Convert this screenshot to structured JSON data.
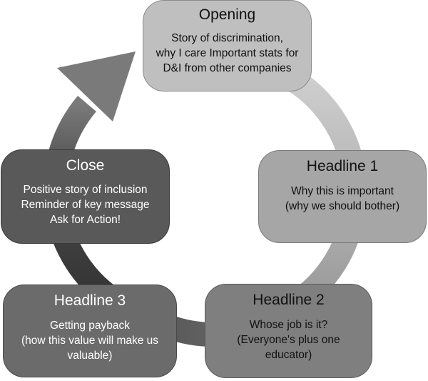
{
  "nodes": {
    "opening": {
      "title": "Opening",
      "body": "Story of discrimination,\nwhy I care Important stats for\nD&I from other companies"
    },
    "headline1": {
      "title": "Headline 1",
      "body": "Why this is important\n(why we should bother)"
    },
    "headline2": {
      "title": "Headline 2",
      "body": "Whose job is it?\n(Everyone's plus one\neducator)"
    },
    "headline3": {
      "title": "Headline 3",
      "body": "Getting payback\n(how this value will make us\nvaluable)"
    },
    "close": {
      "title": "Close",
      "body": "Positive story of inclusion\nReminder of key message\nAsk for Action!"
    }
  },
  "colors": {
    "opening": "#bfbfbf",
    "headline1": "#a6a6a6",
    "headline2": "#7f7f7f",
    "headline3": "#6b6b6b",
    "close": "#595959"
  }
}
